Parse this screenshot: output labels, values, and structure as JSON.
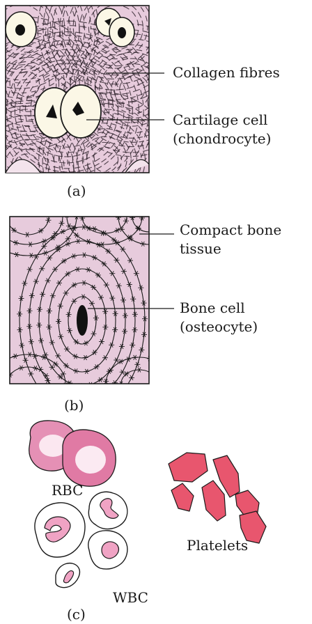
{
  "panel_a": {
    "caption": "(a)",
    "labels": {
      "collagen": "Collagen fibres",
      "cartilage_line1": "Cartilage cell",
      "cartilage_line2": "(chondrocyte)"
    }
  },
  "panel_b": {
    "caption": "(b)",
    "labels": {
      "compact_line1": "Compact bone",
      "compact_line2": "tissue",
      "bone_line1": "Bone cell",
      "bone_line2": "(osteocyte)"
    }
  },
  "panel_c": {
    "caption": "(c)",
    "labels": {
      "rbc": "RBC",
      "platelets": "Platelets",
      "wbc": "WBC"
    }
  },
  "colors": {
    "tissue": "#e7cbdc",
    "cell_fill": "#fbf7e6",
    "rbc_pink": "#e07aa4",
    "platelet": "#e8566e",
    "wbc_nucleus": "#f0a3c4"
  }
}
